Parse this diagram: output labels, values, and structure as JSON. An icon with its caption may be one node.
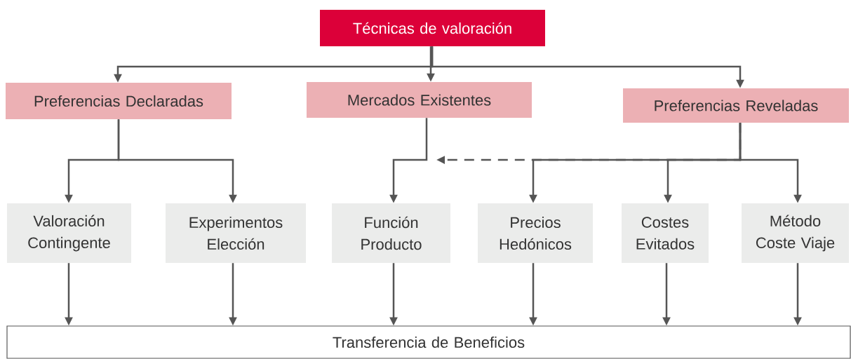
{
  "diagram": {
    "nodes": [
      {
        "text": [
          "Técnicas de valoración"
        ]
      },
      {
        "text": [
          "Preferencias Declaradas"
        ]
      },
      {
        "text": [
          "Mercados Existentes"
        ]
      },
      {
        "text": [
          "Preferencias Reveladas"
        ]
      },
      {
        "text": [
          "Valoración Contingente"
        ]
      },
      {
        "text": [
          "Experimentos Elección"
        ]
      },
      {
        "text": [
          "Función Producto"
        ]
      },
      {
        "text": [
          "Precios Hedónicos"
        ]
      },
      {
        "text": [
          "Costes Evitados"
        ]
      },
      {
        "text": [
          "Método Coste Viaje"
        ]
      },
      {
        "text": [
          "Transferencia de Beneficios"
        ]
      }
    ],
    "edges": [
      {
        "from": 0,
        "to": 1,
        "arrow": "to"
      },
      {
        "from": 0,
        "to": 2,
        "arrow": "to"
      },
      {
        "from": 0,
        "to": 3,
        "arrow": "to"
      },
      {
        "from": 1,
        "to": 4,
        "arrow": "to"
      },
      {
        "from": 1,
        "to": 5,
        "arrow": "to"
      },
      {
        "from": 2,
        "to": 6,
        "arrow": "to"
      },
      {
        "from": 3,
        "to": 7,
        "arrow": "to"
      },
      {
        "from": 3,
        "to": 8,
        "arrow": "to"
      },
      {
        "from": 3,
        "to": 9,
        "arrow": "to"
      },
      {
        "from": 3,
        "to": null,
        "arrow": "to",
        "style": "dashed"
      },
      {
        "from": 4,
        "to": 10,
        "arrow": "to"
      },
      {
        "from": 5,
        "to": 10,
        "arrow": "to"
      },
      {
        "from": 6,
        "to": 10,
        "arrow": "to"
      },
      {
        "from": 7,
        "to": 10,
        "arrow": "to"
      },
      {
        "from": 8,
        "to": 10,
        "arrow": "to"
      },
      {
        "from": 9,
        "to": 10,
        "arrow": "to"
      }
    ]
  }
}
